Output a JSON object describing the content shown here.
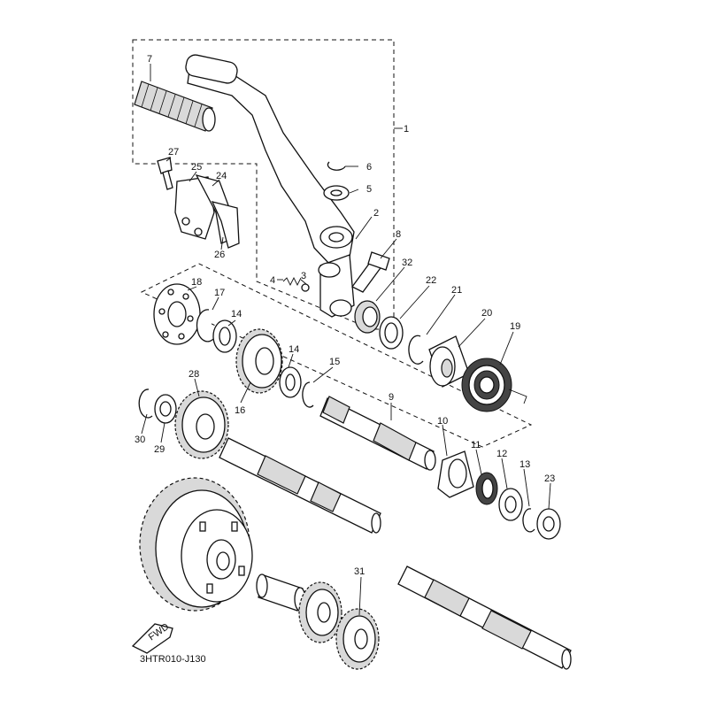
{
  "figure_code": "3HTR010-J130",
  "fwd_label": "FWD",
  "callouts": {
    "c1": "1",
    "c2": "2",
    "c3": "3",
    "c4": "4",
    "c5": "5",
    "c6": "6",
    "c7": "7",
    "c8": "8",
    "c9": "9",
    "c10": "10",
    "c11": "11",
    "c12": "12",
    "c13": "13",
    "c14a": "14",
    "c14b": "14",
    "c15": "15",
    "c16": "16",
    "c17": "17",
    "c18": "18",
    "c19": "19",
    "c20": "20",
    "c21": "21",
    "c22": "22",
    "c23": "23",
    "c24": "24",
    "c25": "25",
    "c26": "26",
    "c27": "27",
    "c28": "28",
    "c29": "29",
    "c30": "30",
    "c31": "31",
    "c32": "32"
  }
}
